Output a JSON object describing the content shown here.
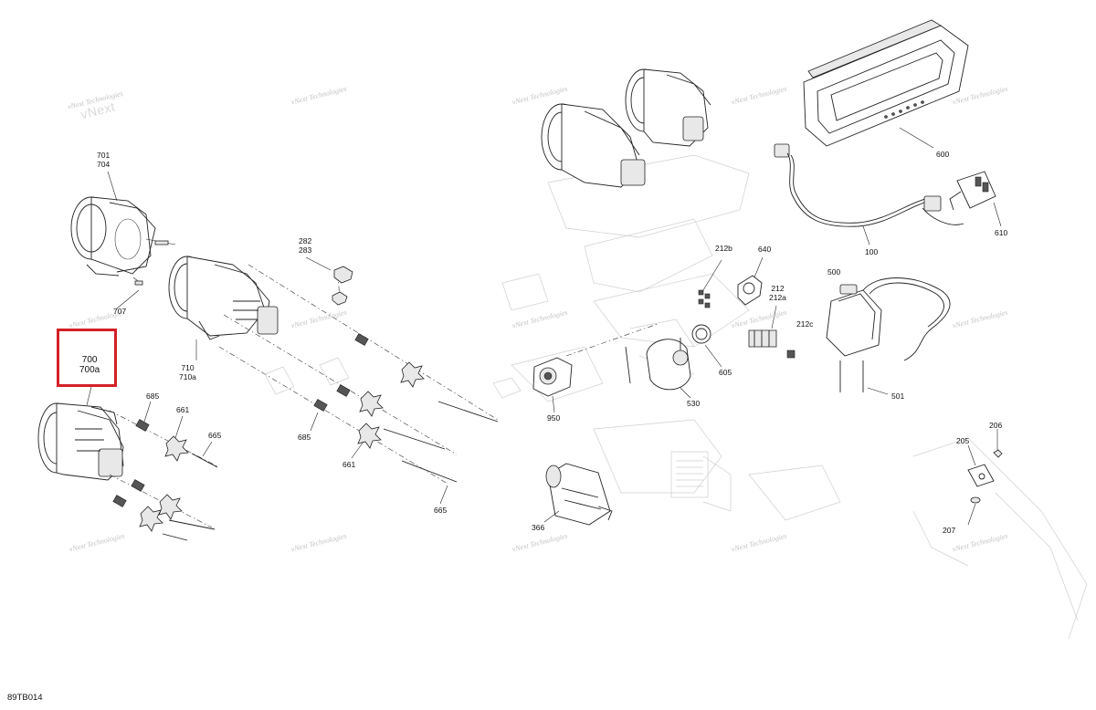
{
  "diagram_ref": "89TB014",
  "watermark_text": "vNext Technologies",
  "highlight_color": "#d42027",
  "highlighted_callout": "700 / 700a",
  "callouts": [
    {
      "id": "c701",
      "lines": [
        "701",
        "704"
      ]
    },
    {
      "id": "c707",
      "lines": [
        "707"
      ]
    },
    {
      "id": "c700",
      "lines": [
        "700",
        "700a"
      ]
    },
    {
      "id": "c685a",
      "lines": [
        "685"
      ]
    },
    {
      "id": "c661a",
      "lines": [
        "661"
      ]
    },
    {
      "id": "c665a",
      "lines": [
        "665"
      ]
    },
    {
      "id": "c710",
      "lines": [
        "710",
        "710a"
      ]
    },
    {
      "id": "c282",
      "lines": [
        "282",
        "283"
      ]
    },
    {
      "id": "c685b",
      "lines": [
        "685"
      ]
    },
    {
      "id": "c661b",
      "lines": [
        "661"
      ]
    },
    {
      "id": "c665b",
      "lines": [
        "665"
      ]
    },
    {
      "id": "c950",
      "lines": [
        "950"
      ]
    },
    {
      "id": "c366",
      "lines": [
        "366"
      ]
    },
    {
      "id": "c212b",
      "lines": [
        "212b"
      ]
    },
    {
      "id": "c640",
      "lines": [
        "640"
      ]
    },
    {
      "id": "c212",
      "lines": [
        "212",
        "212a"
      ]
    },
    {
      "id": "c212c",
      "lines": [
        "212c"
      ]
    },
    {
      "id": "c605",
      "lines": [
        "605"
      ]
    },
    {
      "id": "c530",
      "lines": [
        "530"
      ]
    },
    {
      "id": "c600",
      "lines": [
        "600"
      ]
    },
    {
      "id": "c610",
      "lines": [
        "610"
      ]
    },
    {
      "id": "c100",
      "lines": [
        "100"
      ]
    },
    {
      "id": "c500",
      "lines": [
        "500"
      ]
    },
    {
      "id": "c501",
      "lines": [
        "501"
      ]
    },
    {
      "id": "c206",
      "lines": [
        "206"
      ]
    },
    {
      "id": "c205",
      "lines": [
        "205"
      ]
    },
    {
      "id": "c207",
      "lines": [
        "207"
      ]
    }
  ]
}
